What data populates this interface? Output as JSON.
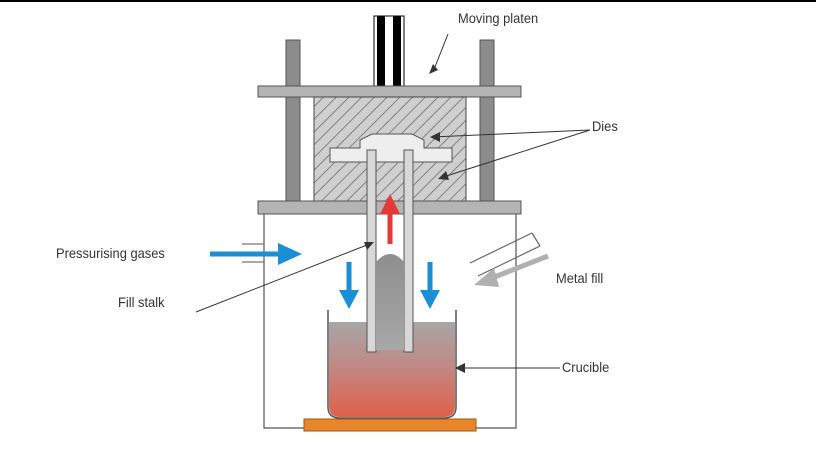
{
  "labels": {
    "moving_platen": "Moving platen",
    "dies": "Dies",
    "pressurising_gases": "Pressurising gases",
    "fill_stalk": "Fill stalk",
    "metal_fill": "Metal fill",
    "crucible": "Crucible"
  },
  "colors": {
    "flow_arrow": "#1a8fd6",
    "metal_flow_arrow": "#e53935",
    "metal_fill_arrow": "#b0b0b0",
    "heater": "#e8872a",
    "platen": "#b4b4b4",
    "column": "#8c8c8c",
    "die": "#c8c8c8",
    "molten_metal_top": "#a6a6a6",
    "molten_metal_bottom": "#e0604a"
  }
}
